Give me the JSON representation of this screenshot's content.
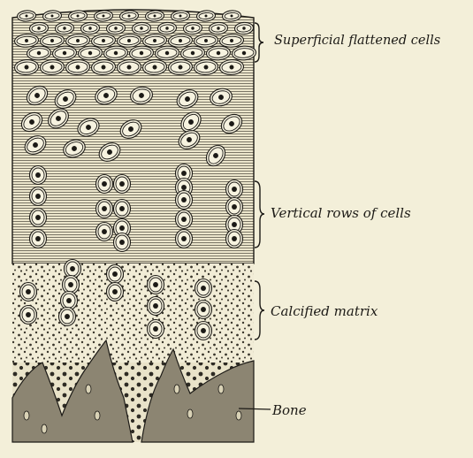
{
  "labels": {
    "superficial": "Superficial flattened cells",
    "vertical": "Vertical rows of cells",
    "calcified": "Calcified matrix",
    "bone": "Bone"
  },
  "colors": {
    "paper": "#f3efd9",
    "ink": "#1c1a16",
    "cell_fill": "#f6f2df",
    "bone_fill": "#8c8572"
  }
}
